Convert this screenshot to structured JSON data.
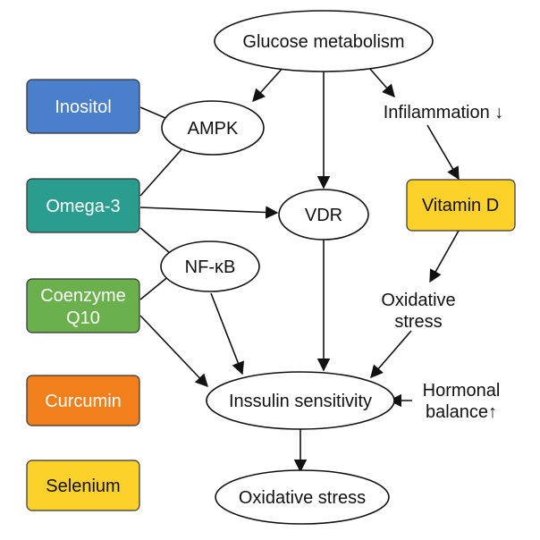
{
  "colors": {
    "inositol": "#4a7fcb",
    "omega3": "#2a9d8f",
    "coenzyme": "#6ab04c",
    "curcumin": "#f07f1c",
    "selenium": "#fcd12a",
    "vitamin_d": "#fcd12a",
    "line": "#111111"
  },
  "supplements": {
    "inositol": "Inositol",
    "omega3": "Omega-3",
    "coenzyme_line1": "Coenzyme",
    "coenzyme_line2": "Q10",
    "curcumin": "Curcumin",
    "selenium": "Selenium"
  },
  "nodes": {
    "glucose_metabolism": "Glucose metabolism",
    "ampk": "AMPK",
    "vdr": "VDR",
    "nfkb": "NF-κB",
    "insulin_sensitivity": "Inssulin sensitivity",
    "oxidative_stress_bottom": "Oxidative stress"
  },
  "labels": {
    "inflammation": "Infilammation ↓",
    "vitamin_d": "Vitamin D",
    "oxidative_stress_line1": "Oxidative",
    "oxidative_stress_line2": "stress",
    "hormonal_line1": "Hormonal",
    "hormonal_line2": "balance↑"
  }
}
